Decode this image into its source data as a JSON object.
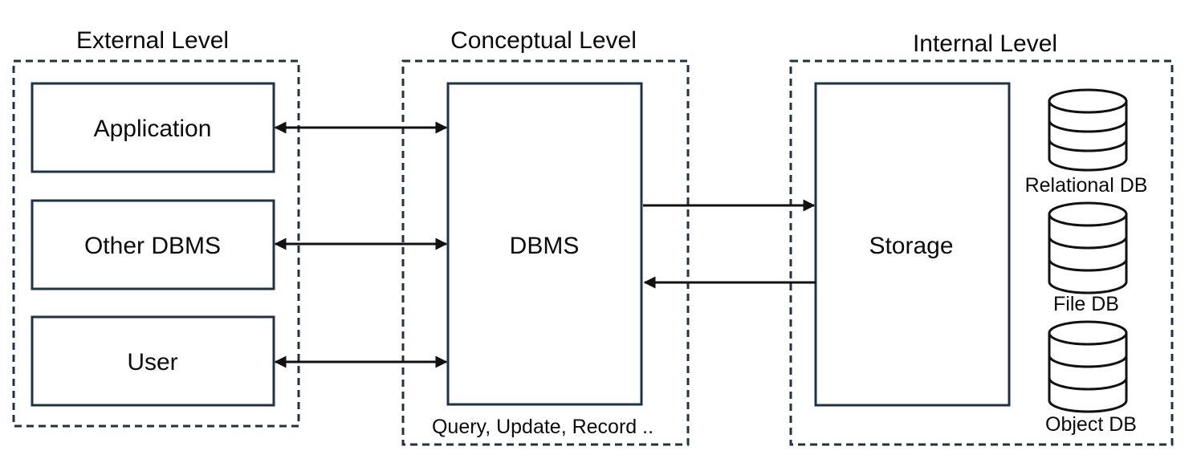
{
  "levels": {
    "external": "External Level",
    "conceptual": "Conceptual Level",
    "internal": "Internal Level"
  },
  "external_items": [
    "Application",
    "Other DBMS",
    "User"
  ],
  "dbms": {
    "label": "DBMS",
    "caption": "Query, Update, Record .."
  },
  "storage": {
    "label": "Storage"
  },
  "databases": [
    "Relational DB",
    "File DB",
    "Object DB"
  ],
  "colors": {
    "border": "#1f3347",
    "arrow": "#111111",
    "background": "#ffffff"
  }
}
